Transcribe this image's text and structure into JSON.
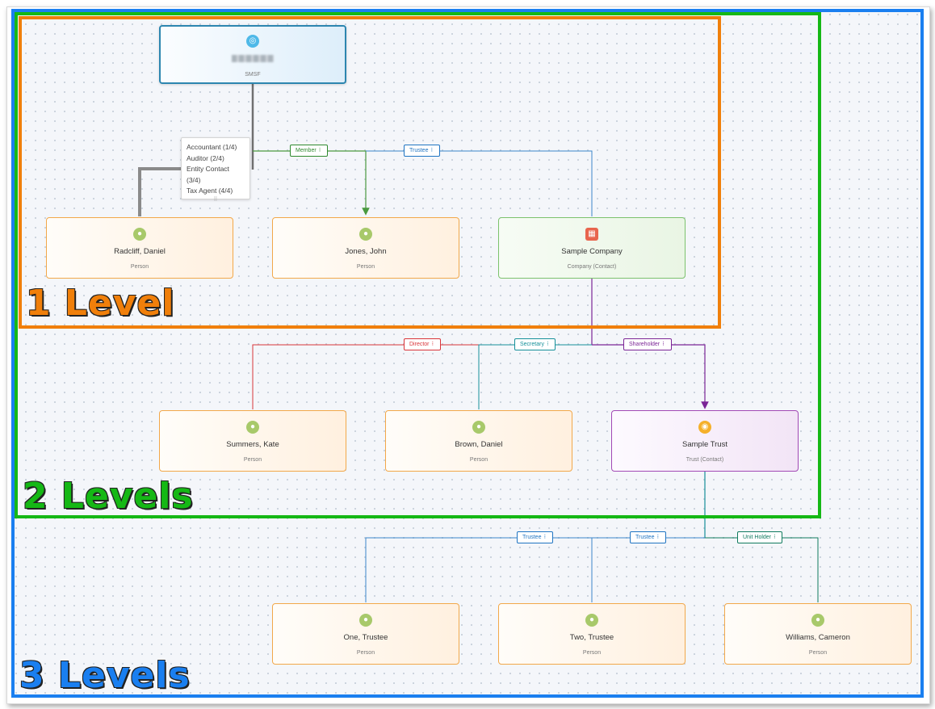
{
  "colors": {
    "level1": "#f07f0a",
    "level2": "#15b815",
    "level3": "#1a7ff0",
    "member": "#2f8a2f",
    "trustee": "#1f74c2",
    "director": "#d9353a",
    "secretary": "#16909a",
    "shareholder": "#7b2596",
    "unit_holder": "#0f7a5e",
    "line_gray": "#8a8a8a"
  },
  "levels": {
    "one": "1 Level",
    "two": "2 Levels",
    "three": "3 Levels"
  },
  "root": {
    "icon": "smsf-icon",
    "name_redacted": true,
    "type": "SMSF"
  },
  "popup": {
    "items": [
      "Accountant (1/4)",
      "Auditor (2/4)",
      "Entity Contact (3/4)",
      "Tax Agent (4/4)"
    ],
    "grip": "⠿"
  },
  "edge_labels": {
    "member": "Member",
    "trustee_1": "Trustee",
    "director": "Director",
    "secretary": "Secretary",
    "shareholder": "Shareholder",
    "trustee_2": "Trustee",
    "trustee_3": "Trustee",
    "unit_holder": "Unit Holder",
    "dots": "⠇"
  },
  "nodes": {
    "radcliff": {
      "name": "Radcliff, Daniel",
      "type": "Person",
      "icon": "person-icon"
    },
    "jones": {
      "name": "Jones, John",
      "type": "Person",
      "icon": "person-icon"
    },
    "sample_company": {
      "name": "Sample Company",
      "type": "Company (Contact)",
      "icon": "company-icon"
    },
    "summers": {
      "name": "Summers, Kate",
      "type": "Person",
      "icon": "person-icon"
    },
    "brown": {
      "name": "Brown, Daniel",
      "type": "Person",
      "icon": "person-icon"
    },
    "sample_trust": {
      "name": "Sample Trust",
      "type": "Trust (Contact)",
      "icon": "trust-icon"
    },
    "one_trustee": {
      "name": "One, Trustee",
      "type": "Person",
      "icon": "person-icon"
    },
    "two_trustee": {
      "name": "Two, Trustee",
      "type": "Person",
      "icon": "person-icon"
    },
    "williams": {
      "name": "Williams, Cameron",
      "type": "Person",
      "icon": "person-icon"
    }
  }
}
